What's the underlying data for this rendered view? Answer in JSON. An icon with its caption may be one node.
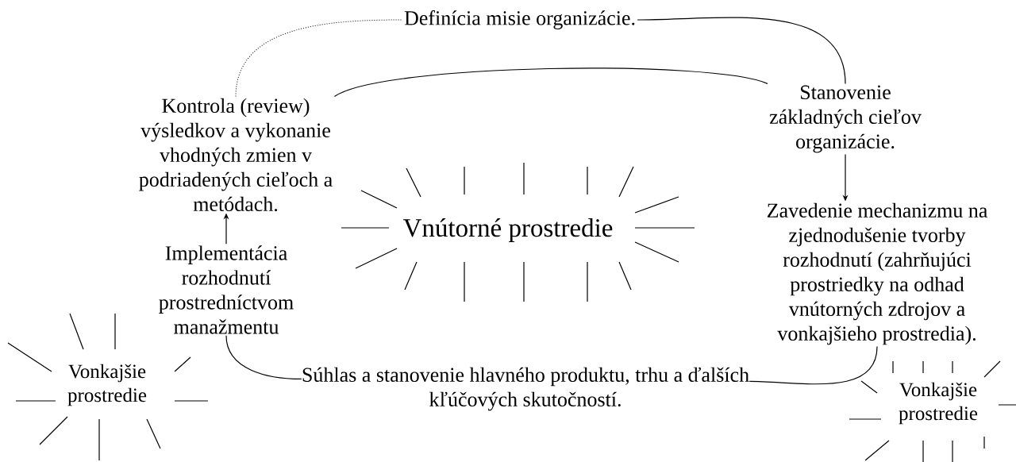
{
  "diagram": {
    "nodes": [
      {
        "text": [
          "Definícia misie organizácie."
        ]
      },
      {
        "text": [
          "Stanovenie základných cieľov organizácie."
        ]
      },
      {
        "text": [
          "Zavedenie mechanizmu na zjednodušenie tvorby rozhodnutí (zahrňujúci prostriedky na odhad vnútorných zdrojov a vonkajšieho prostredia)."
        ]
      },
      {
        "text": [
          "Súhlas a stanovenie hlavného produktu, trhu a ďalších kľúčových skutočností."
        ]
      },
      {
        "text": [
          "Implementácia rozhodnutí prostredníctvom manažmentu"
        ]
      },
      {
        "text": [
          "Kontrola (review) výsledkov a vykonanie vhodných zmien v podriadených cieľoch a metódach."
        ]
      },
      {
        "text": [
          "Vnútorné prostredie"
        ]
      },
      {
        "text": [
          "Vonkajšie prostredie"
        ]
      },
      {
        "text": [
          "Vonkajšie prostredie"
        ]
      }
    ],
    "edges": [
      {
        "from": 0,
        "to": 1,
        "arrow": "none"
      },
      {
        "from": 1,
        "to": 2,
        "arrow": "to"
      },
      {
        "from": 2,
        "to": 3,
        "arrow": "none"
      },
      {
        "from": 3,
        "to": 4,
        "arrow": "none"
      },
      {
        "from": 4,
        "to": 5,
        "arrow": "to"
      },
      {
        "from": 5,
        "to": 0,
        "arrow": "none",
        "style": "dashed"
      },
      {
        "from": 5,
        "to": 1,
        "arrow": "none"
      }
    ]
  }
}
